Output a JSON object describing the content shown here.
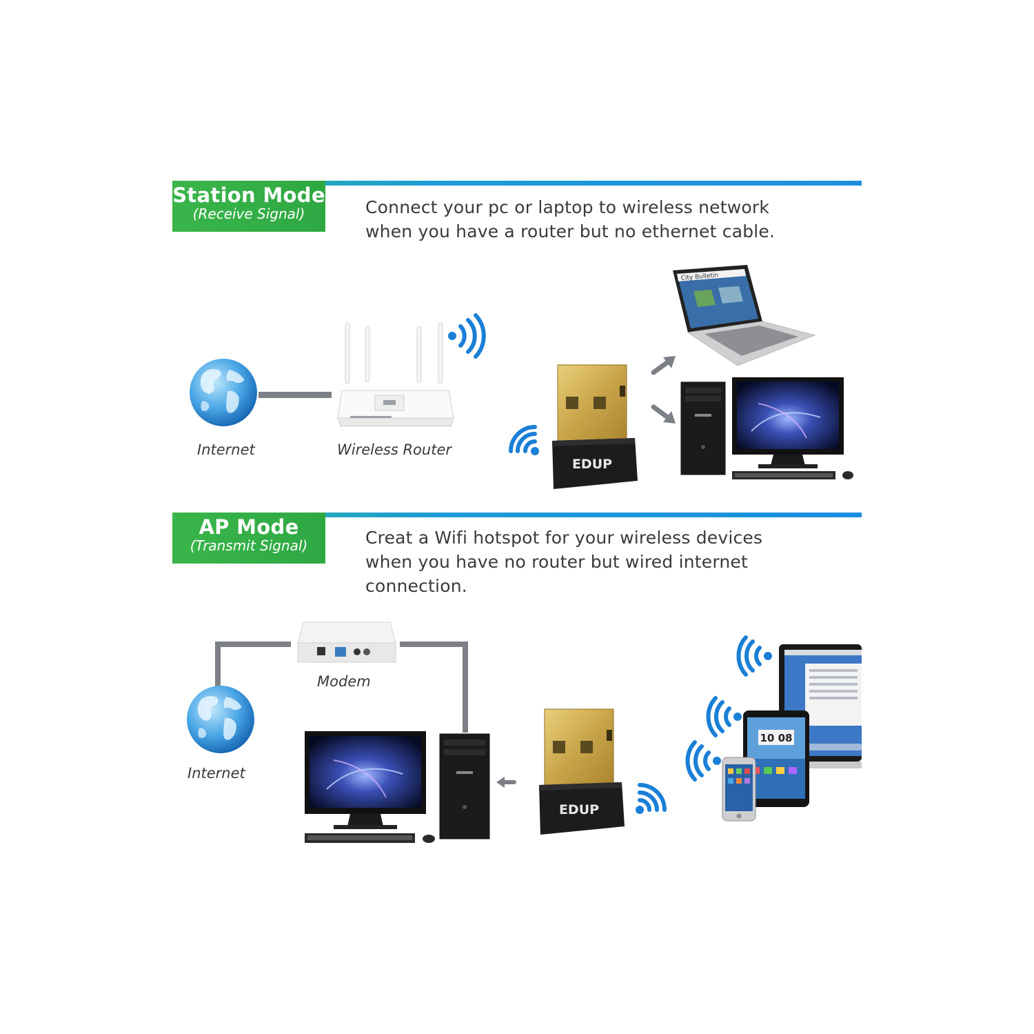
{
  "station": {
    "title": "Station Mode",
    "subtitle": "(Receive Signal)",
    "description_line1": "Connect your pc or laptop to wireless network",
    "description_line2": "when you have a router but no ethernet cable.",
    "labels": {
      "internet": "Internet",
      "router": "Wireless Router"
    }
  },
  "ap": {
    "title": "AP Mode",
    "subtitle": "(Transmit Signal)",
    "description_line1": "Creat a Wifi hotspot for your wireless devices",
    "description_line2": "when you have no router but wired internet",
    "description_line3": "connection.",
    "labels": {
      "modem": "Modem",
      "internet": "Internet"
    }
  },
  "device_branding": {
    "adapter_brand": "EDUP",
    "laptop_screen_title": "City Bulletin",
    "tablet_clock": "10 08"
  },
  "colors": {
    "accent_green": "#3ab54a",
    "accent_blue": "#1a8fe0",
    "wifi_blue": "#1a7fd6",
    "connector_gray": "#7d7f86"
  }
}
